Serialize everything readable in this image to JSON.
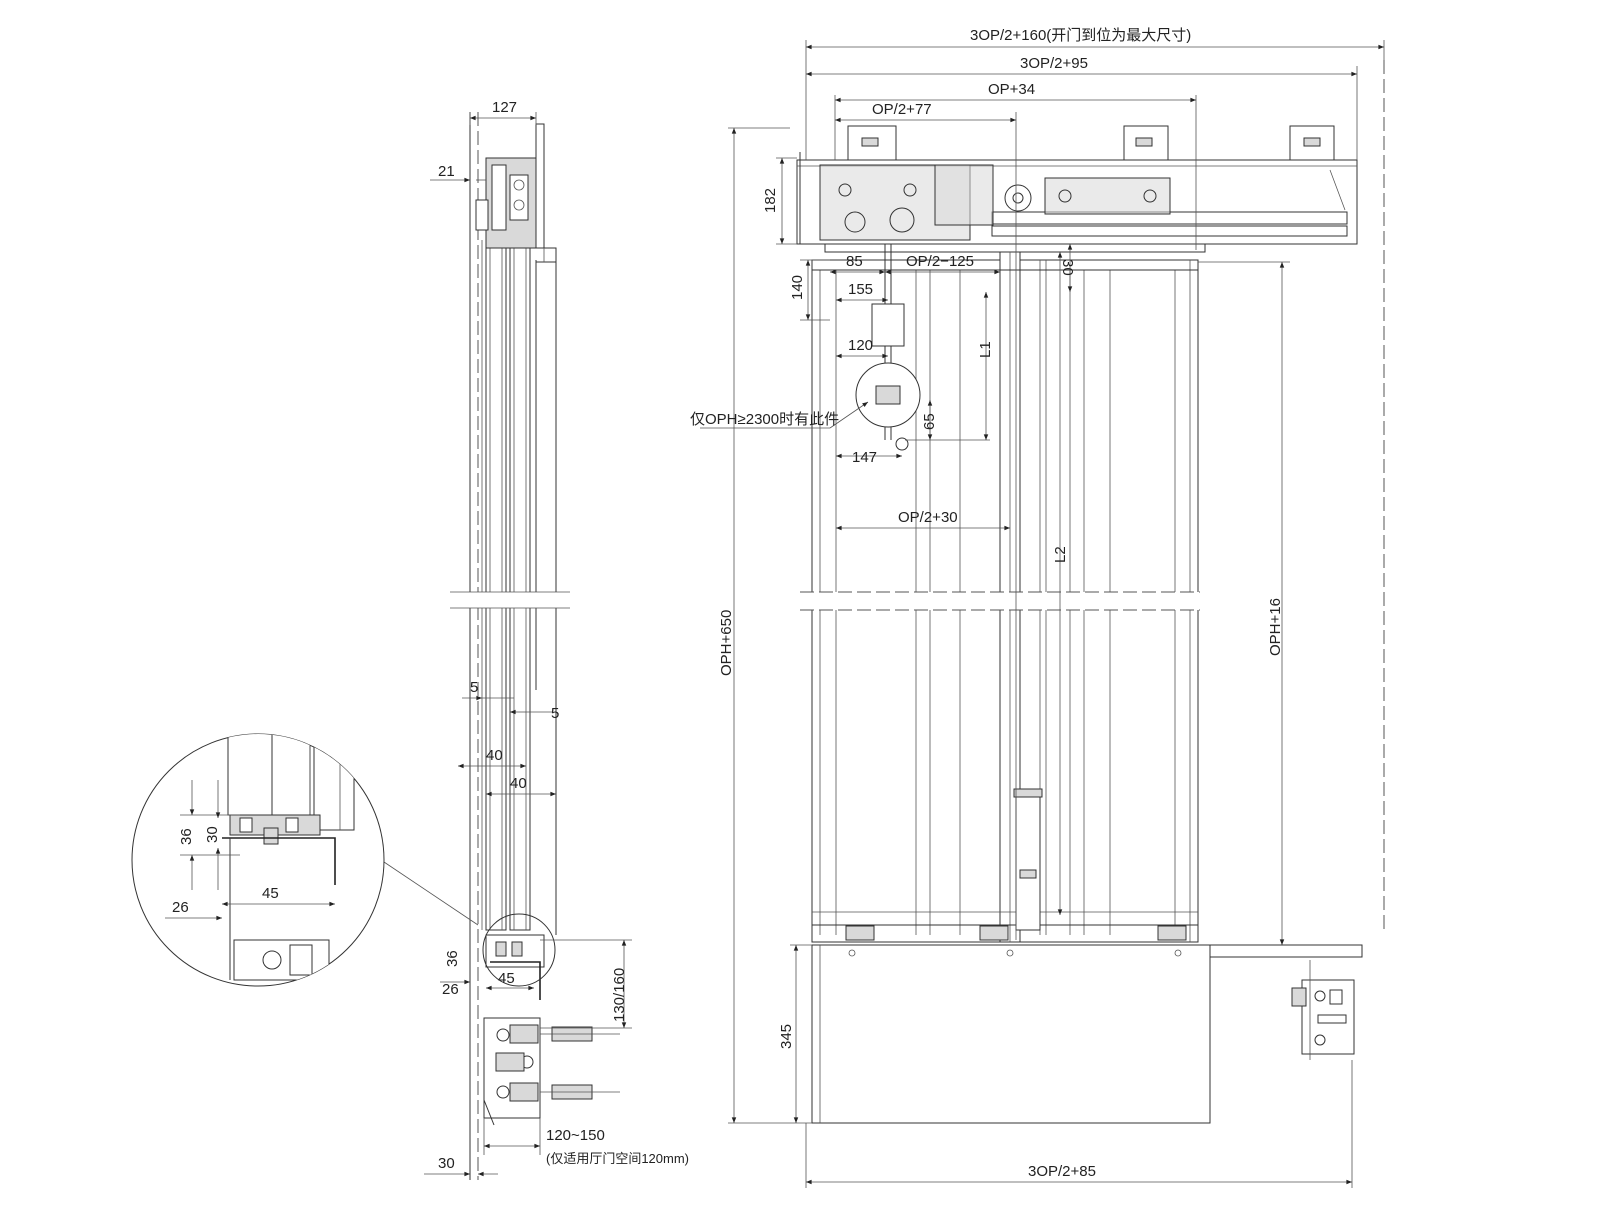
{
  "left_view": {
    "dims": {
      "top_width": "127",
      "hanger_offset": "21",
      "gap_a": "5",
      "gap_b": "5",
      "depth_a": "40",
      "depth_b": "40",
      "sill_h": "36",
      "sill_left": "26",
      "sill_w": "45",
      "sill_height_range": "130/160",
      "bracket_range": "120~150",
      "bracket_note": "(仅适用厅门空间120mm)",
      "bottom_offset": "30"
    },
    "detail": {
      "h1": "36",
      "h2": "30",
      "left": "26",
      "width": "45"
    }
  },
  "right_view": {
    "dims": {
      "overall_max": "3OP/2+160(开门到位为最大尺寸)",
      "header_len": "3OP/2+95",
      "op_plus": "OP+34",
      "half_op_77": "OP/2+77",
      "header_h": "182",
      "d85": "85",
      "half_op_125": "OP/2−125",
      "d30": "30",
      "d140": "140",
      "d155": "155",
      "l1": "L1",
      "d120": "120",
      "d65": "65",
      "d147": "147",
      "half_op_30": "OP/2+30",
      "l2": "L2",
      "total_h": "OPH+650",
      "panel_h": "OPH+16",
      "sill_h": "345",
      "bottom_len": "3OP/2+85"
    },
    "note": "仅OPH≥2300时有此件"
  }
}
